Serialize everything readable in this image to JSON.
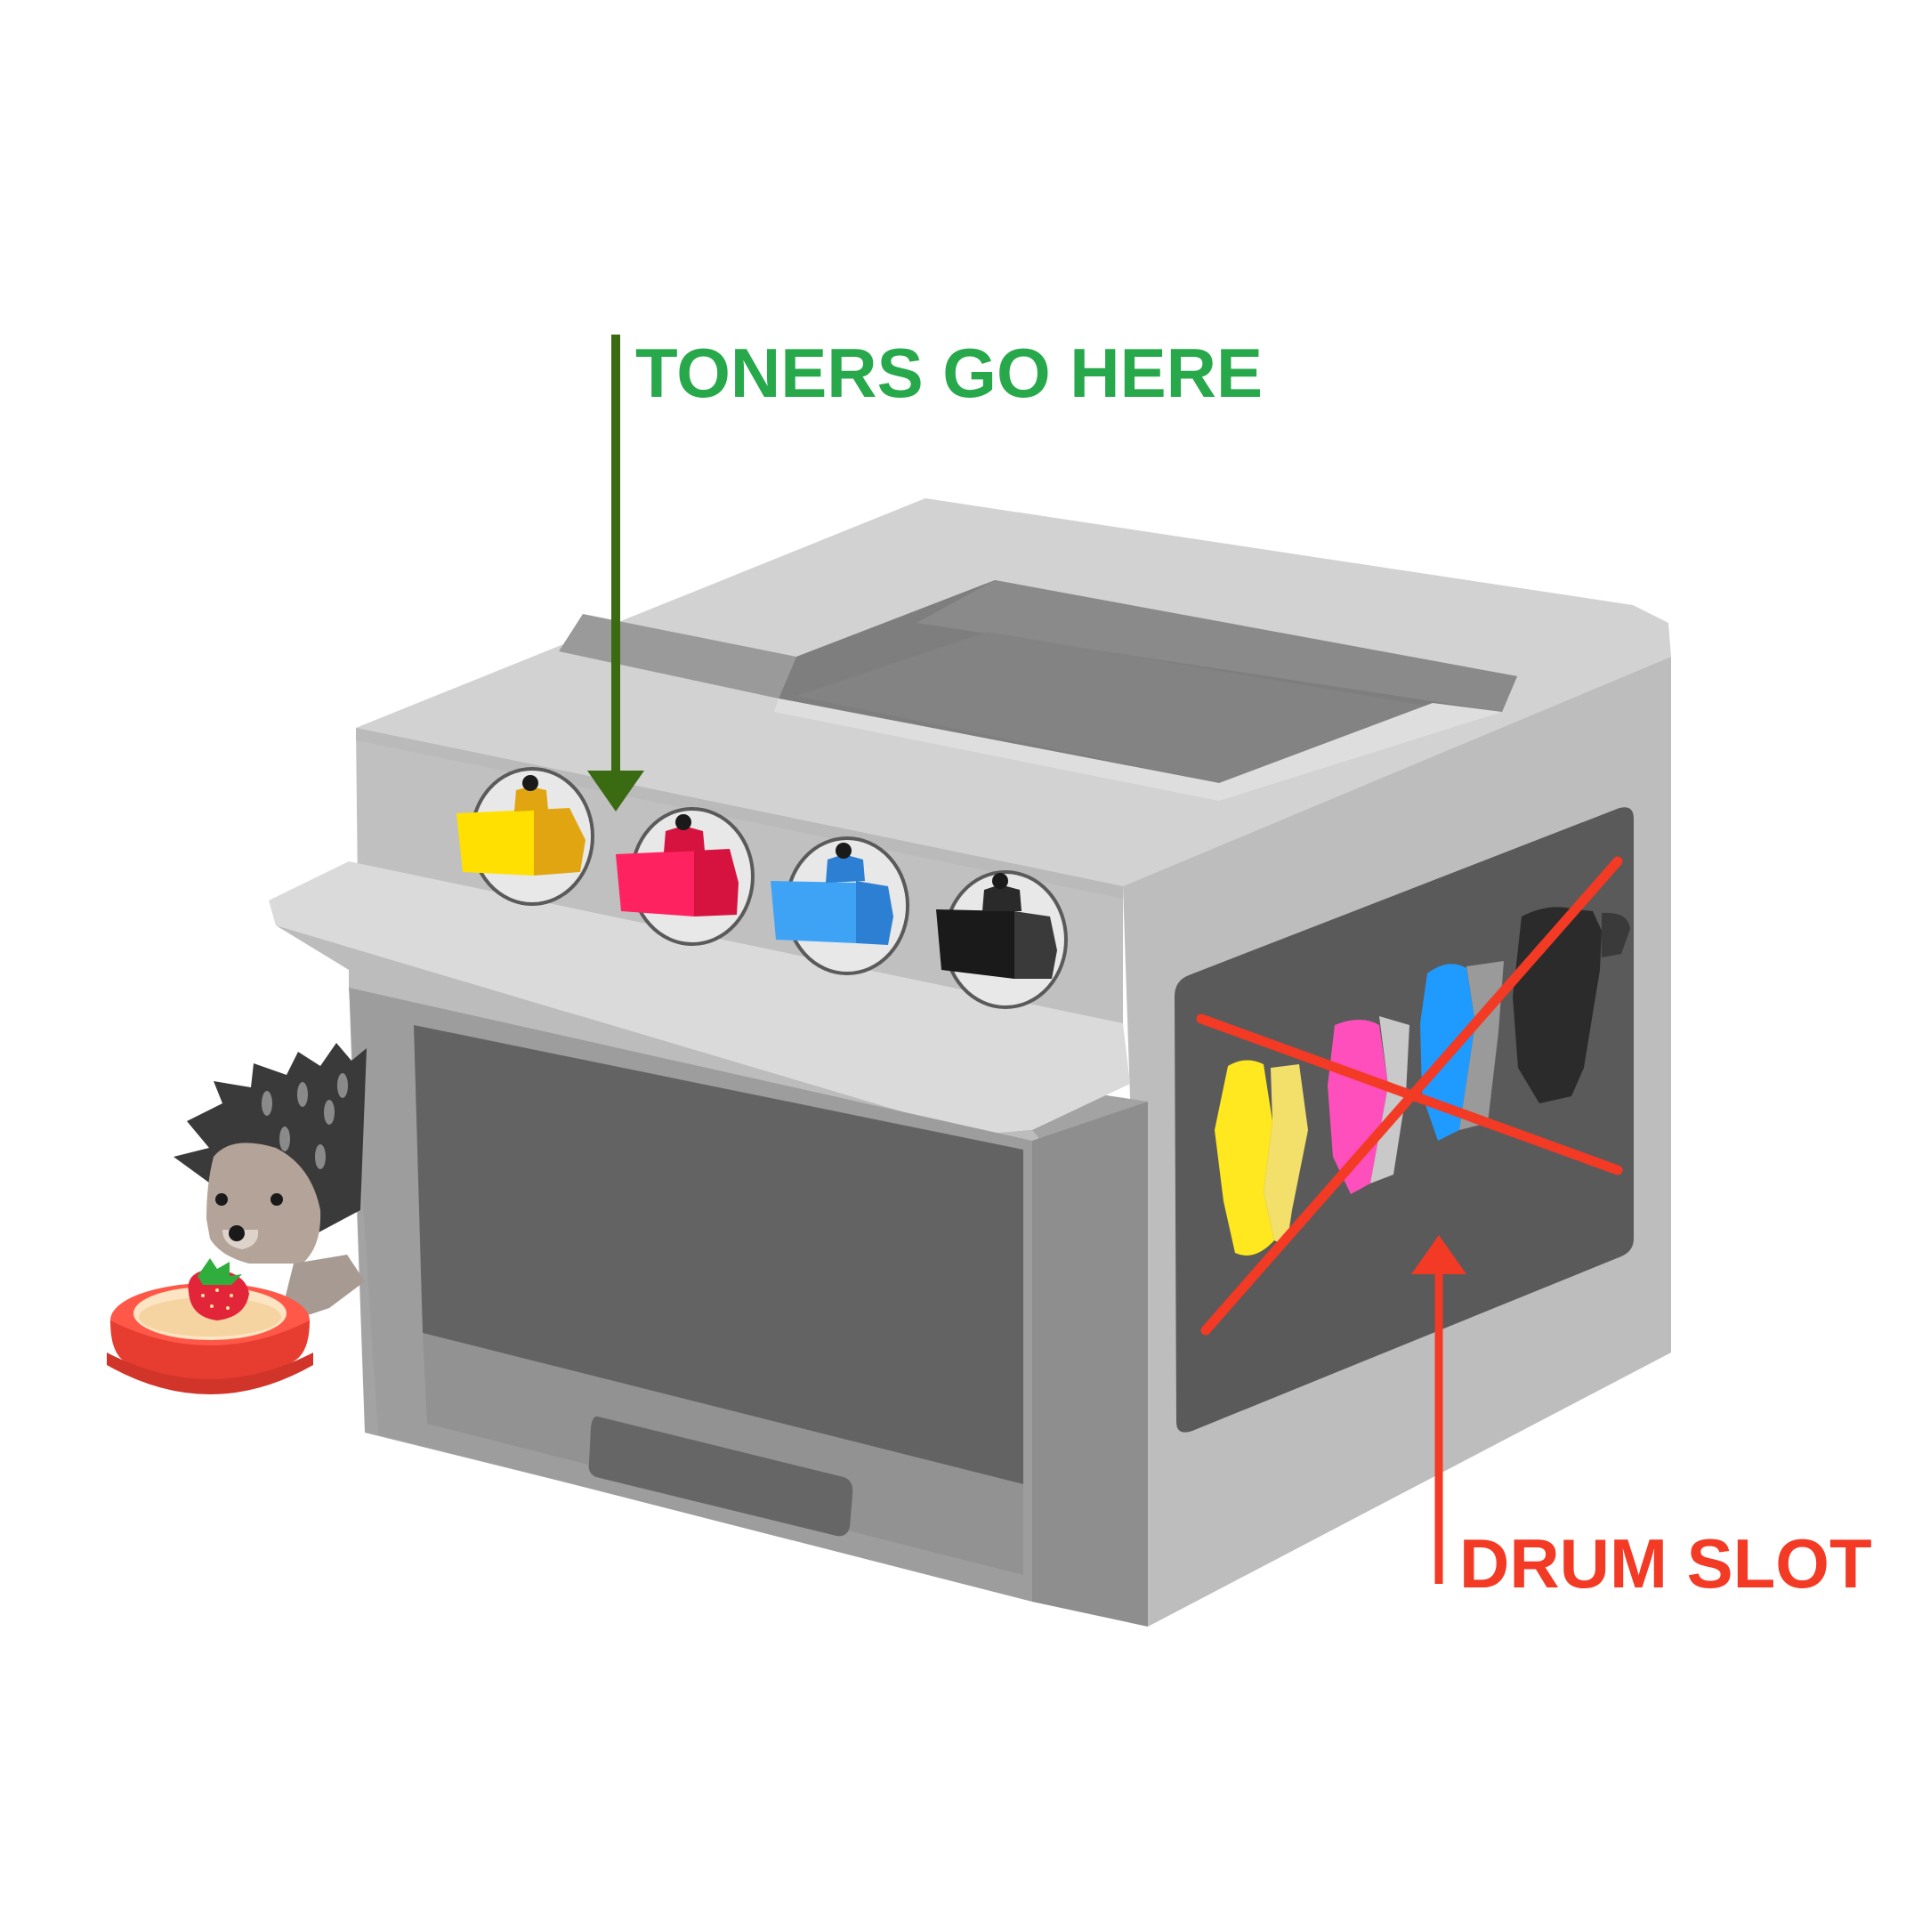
{
  "labels": {
    "toners": "TONERS GO HERE",
    "drum": "DRUM SLOT"
  },
  "colors": {
    "toners_label": "#27a84a",
    "toners_arrow": "#3a6a12",
    "drum_label": "#f23a25",
    "drum_arrow": "#f23a25",
    "cross": "#f23a25",
    "toner_yellow": "#ffe000",
    "toner_magenta": "#ff2260",
    "toner_cyan": "#3ea3f5",
    "toner_black": "#1a1a1a"
  },
  "icons": {
    "printer": "printer-illustration",
    "hedgehog": "hedgehog-icon",
    "bowl": "food-bowl-icon",
    "strawberry": "strawberry-icon"
  }
}
